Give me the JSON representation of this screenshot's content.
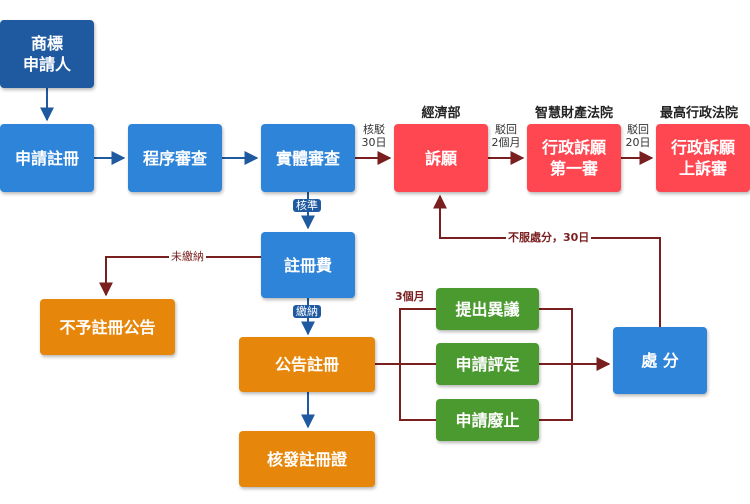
{
  "nodes": {
    "applicant": "商標\n申請人",
    "apply": "申請註冊",
    "procedural": "程序審查",
    "substantive": "實體審查",
    "appeal": "訴願",
    "admin_first": "行政訴願\n第一審",
    "admin_appeal": "行政訴願\n上訴審",
    "fee": "註冊費",
    "no_publish": "不予註冊公告",
    "publish": "公告註冊",
    "certificate": "核發註冊證",
    "opposition": "提出異議",
    "invalidation": "申請評定",
    "cancellation": "申請廢止",
    "disposition": "處 分"
  },
  "headers": {
    "moea": "經濟部",
    "ip_court": "智慧財產法院",
    "supreme_court": "最高行政法院"
  },
  "notes": {
    "rejection_30": "核駁\n30日",
    "rejection_2m": "駁回\n2個月",
    "rejection_20": "駁回\n20日"
  },
  "tags": {
    "approved": "核準",
    "paid": "繳納",
    "unpaid": "未繳納",
    "three_months": "3個月",
    "dissatisfied": "不服處分，30日"
  },
  "colors": {
    "navy": "#1f5aa1",
    "blue": "#2e84d9",
    "red": "#ff4752",
    "orange": "#e6870b",
    "green": "#4b9a30",
    "blue_arrow": "#1f5aa1",
    "red_arrow": "#7a1f1f"
  }
}
